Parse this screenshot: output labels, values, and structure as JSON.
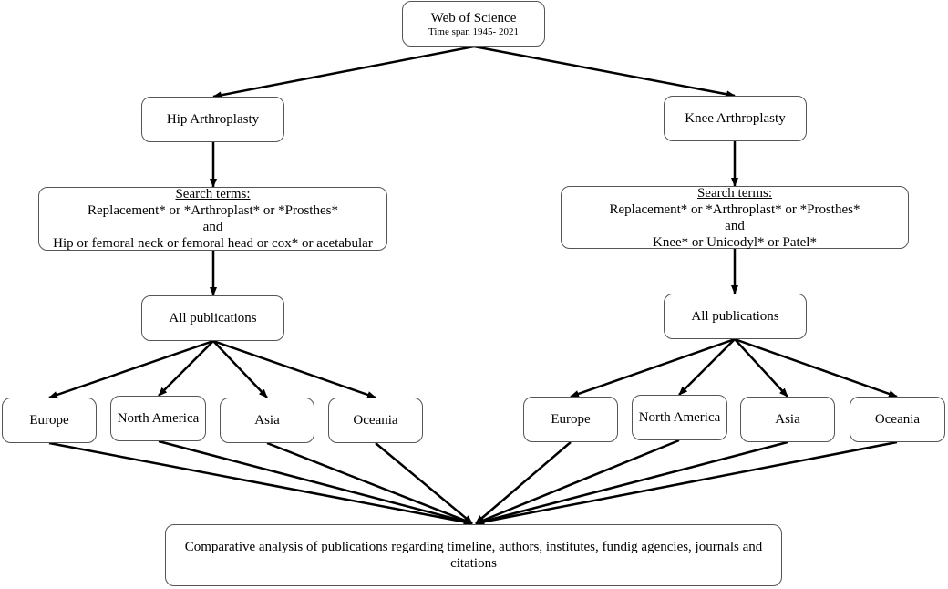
{
  "source": {
    "title": "Web of Science",
    "subtitle": "Time span 1945- 2021"
  },
  "left": {
    "title": "Hip Arthroplasty",
    "search_heading": "Search terms:",
    "search_line1": "Replacement* or *Arthroplast* or *Prosthes*",
    "search_and": "and",
    "search_line2": "Hip or femoral neck or femoral head or cox* or acetabular",
    "all_publications": "All publications",
    "regions": [
      "Europe",
      "North America",
      "Asia",
      "Oceania"
    ]
  },
  "right": {
    "title": "Knee Arthroplasty",
    "search_heading": "Search terms:",
    "search_line1": "Replacement* or *Arthroplast* or *Prosthes*",
    "search_and": "and",
    "search_line2": "Knee* or Unicodyl* or Patel*",
    "all_publications": "All publications",
    "regions": [
      "Europe",
      "North America",
      "Asia",
      "Oceania"
    ]
  },
  "result": "Comparative analysis of publications regarding timeline, authors, institutes, fundig agencies, journals and citations"
}
